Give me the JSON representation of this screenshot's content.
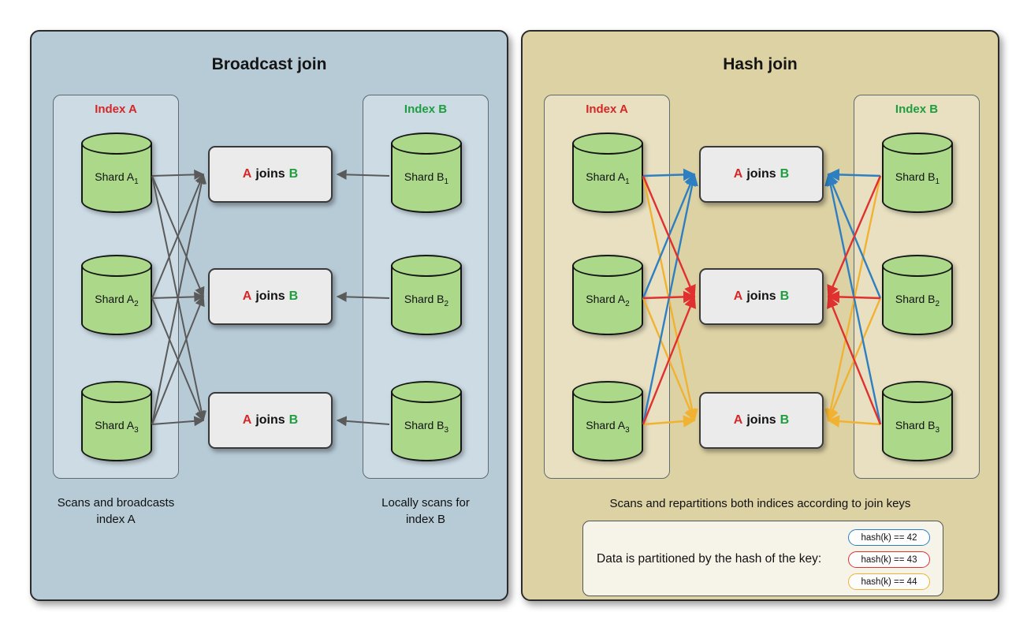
{
  "colors": {
    "broadcast_panel_bg": "#b7cbd7",
    "hash_panel_bg": "#ddd2a4",
    "index_a_label": "#d62728",
    "index_b_label": "#1f9e3f",
    "shard_fill": "#abd989",
    "arrow_gray": "#5a5a5a",
    "arrow_blue": "#2e7fc1",
    "arrow_red": "#e03030",
    "arrow_yellow": "#f2b231"
  },
  "panels": {
    "broadcast": {
      "title": "Broadcast join",
      "index_a": {
        "title": "Index A",
        "shards": [
          {
            "name": "Shard A",
            "sub": "1"
          },
          {
            "name": "Shard A",
            "sub": "2"
          },
          {
            "name": "Shard A",
            "sub": "3"
          }
        ]
      },
      "index_b": {
        "title": "Index B",
        "shards": [
          {
            "name": "Shard B",
            "sub": "1"
          },
          {
            "name": "Shard B",
            "sub": "2"
          },
          {
            "name": "Shard B",
            "sub": "3"
          }
        ]
      },
      "join_label": {
        "a": "A",
        "joins": "joins",
        "b": "B"
      },
      "caption_a": {
        "line1": "Scans and broadcasts",
        "line2": "index A"
      },
      "caption_b": {
        "line1": "Locally scans for",
        "line2": "index B"
      }
    },
    "hash": {
      "title": "Hash join",
      "index_a": {
        "title": "Index A",
        "shards": [
          {
            "name": "Shard A",
            "sub": "1"
          },
          {
            "name": "Shard A",
            "sub": "2"
          },
          {
            "name": "Shard A",
            "sub": "3"
          }
        ]
      },
      "index_b": {
        "title": "Index B",
        "shards": [
          {
            "name": "Shard B",
            "sub": "1"
          },
          {
            "name": "Shard B",
            "sub": "2"
          },
          {
            "name": "Shard B",
            "sub": "3"
          }
        ]
      },
      "join_label": {
        "a": "A",
        "joins": "joins",
        "b": "B"
      },
      "caption": "Scans and repartitions both indices according to join keys",
      "legend": {
        "text": "Data is partitioned by the hash of the key:",
        "items": [
          {
            "label": "hash(k) == 42",
            "color": "#2e7fc1"
          },
          {
            "label": "hash(k) == 43",
            "color": "#e03030"
          },
          {
            "label": "hash(k) == 44",
            "color": "#f2b231"
          }
        ]
      }
    }
  }
}
